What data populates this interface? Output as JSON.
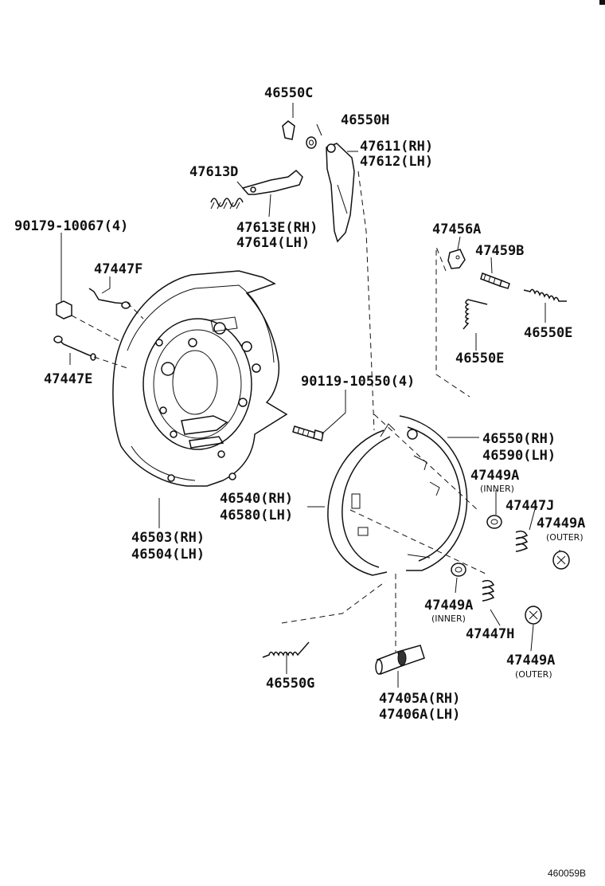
{
  "labels": {
    "p46550c": "46550C",
    "p46550h": "46550H",
    "p47611": "47611(RH)",
    "p47612": "47612(LH)",
    "p47613d": "47613D",
    "p47613e": "47613E(RH)",
    "p47614": "47614(LH)",
    "p90179": "90179-10067(4)",
    "p47447f": "47447F",
    "p47447e": "47447E",
    "p47456a": "47456A",
    "p47459b": "47459B",
    "p46550e_a": "46550E",
    "p46550e_b": "46550E",
    "p90119": "90119-10550(4)",
    "p46550rh": "46550(RH)",
    "p46590lh": "46590(LH)",
    "p47449a_1": "47449A",
    "p47449a_1_sub": "(INNER)",
    "p46540rh": "46540(RH)",
    "p46580lh": "46580(LH)",
    "p47447j": "47447J",
    "p47449a_2": "47449A",
    "p47449a_2_sub": "(OUTER)",
    "p46503rh": "46503(RH)",
    "p46504lh": "46504(LH)",
    "p47449a_3": "47449A",
    "p47449a_3_sub": "(INNER)",
    "p47447h": "47447H",
    "p47449a_4": "47449A",
    "p47449a_4_sub": "(OUTER)",
    "p46550g": "46550G",
    "p47405a": "47405A(RH)",
    "p47406a": "47406A(LH)"
  },
  "figure_code": "460059B"
}
